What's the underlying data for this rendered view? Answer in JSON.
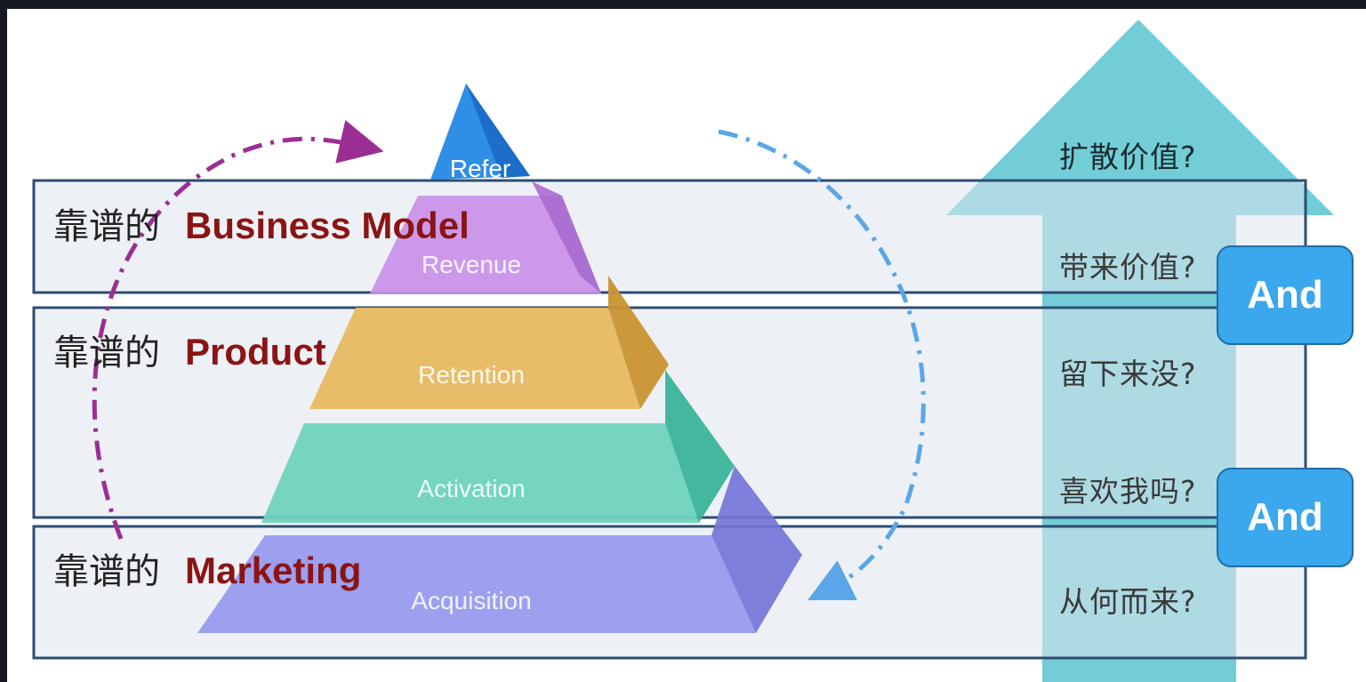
{
  "bands": [
    {
      "prefix": "靠谱的",
      "name": "Business Model"
    },
    {
      "prefix": "靠谱的",
      "name": "Product"
    },
    {
      "prefix": "靠谱的",
      "name": "Marketing"
    }
  ],
  "pyramid": {
    "top": "Refer",
    "layers": [
      "Revenue",
      "Retention",
      "Activation",
      "Acquisition"
    ]
  },
  "questions": [
    "扩散价值?",
    "带来价值?",
    "留下来没?",
    "喜欢我吗?",
    "从何而来?"
  ],
  "connectors": [
    "And",
    "And"
  ],
  "colors": {
    "refer": "#2a86e0",
    "revenue": "#c48ee6",
    "retention": "#e7b65a",
    "activation": "#5fd0b8",
    "acquisition": "#8f8ff0",
    "arrow": "#5cc8d2",
    "band_text": "#8b1414",
    "and_button": "#3ba7ec"
  }
}
